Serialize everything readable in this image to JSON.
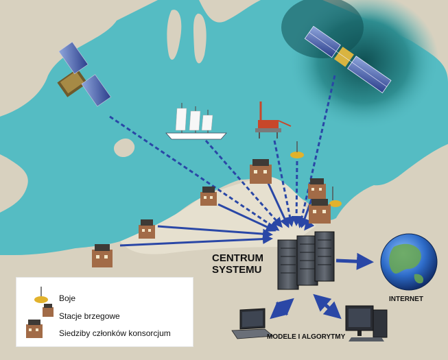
{
  "labels": {
    "center_line1": "CENTRUM",
    "center_line2": "SYSTEMU",
    "internet": "INTERNET",
    "models": "MODELE I ALGORYTMY"
  },
  "legend": {
    "items": [
      {
        "icon": "buoy-icon",
        "label": "Boje"
      },
      {
        "icon": "coastal-station-icon",
        "label": "Stacje brzegowe"
      },
      {
        "icon": "consortium-office-icon",
        "label": "Siedziby członków konsorcjum"
      }
    ]
  },
  "colors": {
    "sea": "#55bcc3",
    "deep_sea": "#1f6f72",
    "land": "#d8d1bf",
    "arrow": "#2a47a6"
  }
}
